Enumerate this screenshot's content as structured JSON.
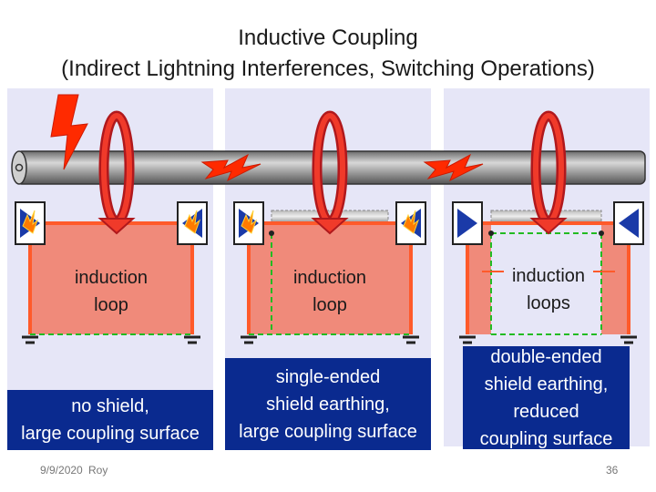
{
  "title": {
    "line1": "Inductive Coupling",
    "line2": "(Indirect Lightning Interferences, Switching Operations)"
  },
  "panels": [
    {
      "loop_label": "induction\nloop",
      "caption": "no shield,\nlarge coupling surface"
    },
    {
      "loop_label": "induction\nloop",
      "caption": "single-ended\nshield earthing,\nlarge coupling surface"
    },
    {
      "loop_label": "induction\nloops",
      "caption": "double-ended\nshield earthing,\nreduced\ncoupling surface"
    }
  ],
  "footer": {
    "date": "9/9/2020",
    "author": "Roy",
    "page": "36"
  },
  "colors": {
    "panel_bg": "#e6e6f7",
    "loop_fill": "#f08a7a",
    "wire": "#ff5a2a",
    "caption_bg": "#0a2a8f",
    "arrow": "#e01818",
    "bolt": "#ff2a00",
    "shield_green": "#22bb22"
  }
}
